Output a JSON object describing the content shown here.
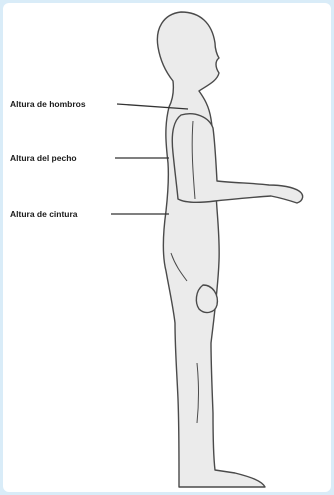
{
  "labels": {
    "shoulder": "Altura de hombros",
    "chest": "Altura del pecho",
    "waist": "Altura de cintura"
  },
  "colors": {
    "background": "#d9ecf8",
    "figure_fill": "#ebebeb",
    "figure_stroke": "#4a4a4a",
    "leader_line": "#333333"
  }
}
